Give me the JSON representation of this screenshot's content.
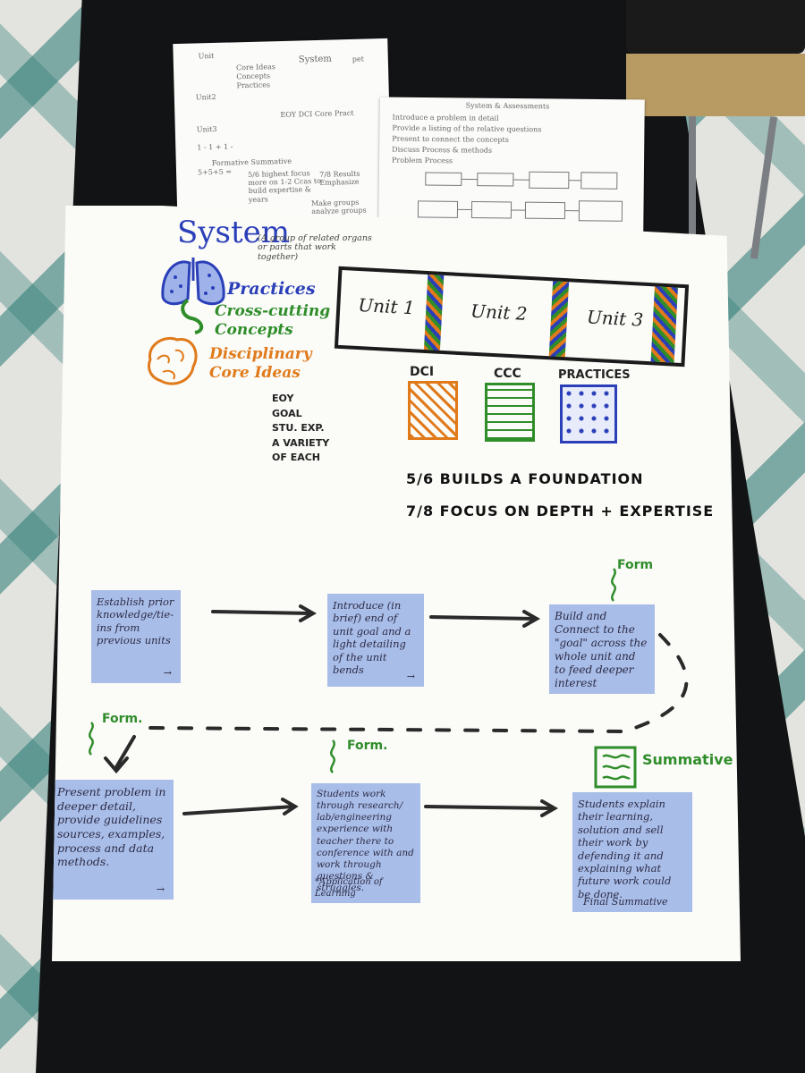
{
  "sheet_left": {
    "lines": [
      "Unit",
      "Core Ideas",
      "Concepts",
      "Practices",
      "System",
      "pet",
      "Unit2",
      "Unit3",
      "EOY DCI Core Pract",
      "1 - 1 + 1 -",
      "5+5+5 =",
      "Formative Summative",
      "5/6 highest focus more on 1-2 Ccas to build expertise & years",
      "7/8 Results Emphasize",
      "Make groups analyze groups"
    ]
  },
  "sheet_right": {
    "title": "System & Assessments",
    "lines": [
      "Introduce a problem in detail",
      "Provide a listing of the relative questions",
      "Present to connect the concepts",
      "Discuss Process & methods",
      "Problem Process"
    ]
  },
  "poster": {
    "title": "System",
    "definition": "(A group of related organs or parts that work together)",
    "legend": {
      "practices": "Practices",
      "ccc": "Cross-cutting Concepts",
      "dci": "Disciplinary Core Ideas"
    },
    "units": [
      "Unit 1",
      "Unit 2",
      "Unit 3"
    ],
    "left_labels": [
      "EOY",
      "GOAL",
      "STU. EXP.",
      "A VARIETY",
      "OF EACH"
    ],
    "swatch_labels": [
      "DCI",
      "CCC",
      "PRACTICES"
    ],
    "line1": "5/6 BUILDS A FOUNDATION",
    "line2": "7/8 FOCUS ON DEPTH + EXPERTISE",
    "tags": {
      "form1": "Form",
      "form2": "Form.",
      "form3": "Form.",
      "summative": "Summative"
    },
    "notes": [
      {
        "text": "Establish prior knowledge/tie-ins from previous units"
      },
      {
        "text": "Introduce (in brief) end of unit goal and a light detailing of the unit bends"
      },
      {
        "text": "Build and Connect to the \"goal\" across the whole unit and to feed deeper interest"
      },
      {
        "text": "Present problem in deeper detail, provide guidelines sources, examples, process and data methods."
      },
      {
        "text": "Students work through research/ lab/engineering experience with teacher there to conference with and work through questions & struggles."
      },
      {
        "text": "Students explain their learning, solution and sell their work by defending it and explaining what future work could be done."
      }
    ],
    "note_footers": {
      "application": "*Application of Learning",
      "final": "Final Summative"
    }
  },
  "colors": {
    "blue": "#2a3fb8",
    "green": "#2f8d2a",
    "orange": "#e07a1a",
    "sticky": "#a9bde9",
    "ink": "#2a2a2a"
  }
}
